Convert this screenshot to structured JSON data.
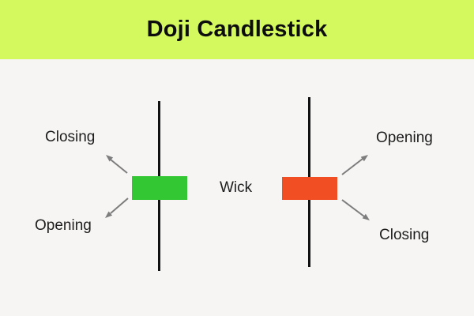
{
  "header": {
    "title": "Doji Candlestick"
  },
  "colors": {
    "banner_bg": "#d3f95f",
    "body_bg": "#f6f5f4",
    "bullish_body": "#33c833",
    "bearish_body": "#f14e23",
    "wick": "#111111",
    "arrow": "#7d7d7d",
    "text": "#1e1e1e"
  },
  "diagram": {
    "wick_label": "Wick",
    "bullish_candle": {
      "upper_label": "Closing",
      "lower_label": "Opening"
    },
    "bearish_candle": {
      "upper_label": "Opening",
      "lower_label": "Closing"
    }
  }
}
